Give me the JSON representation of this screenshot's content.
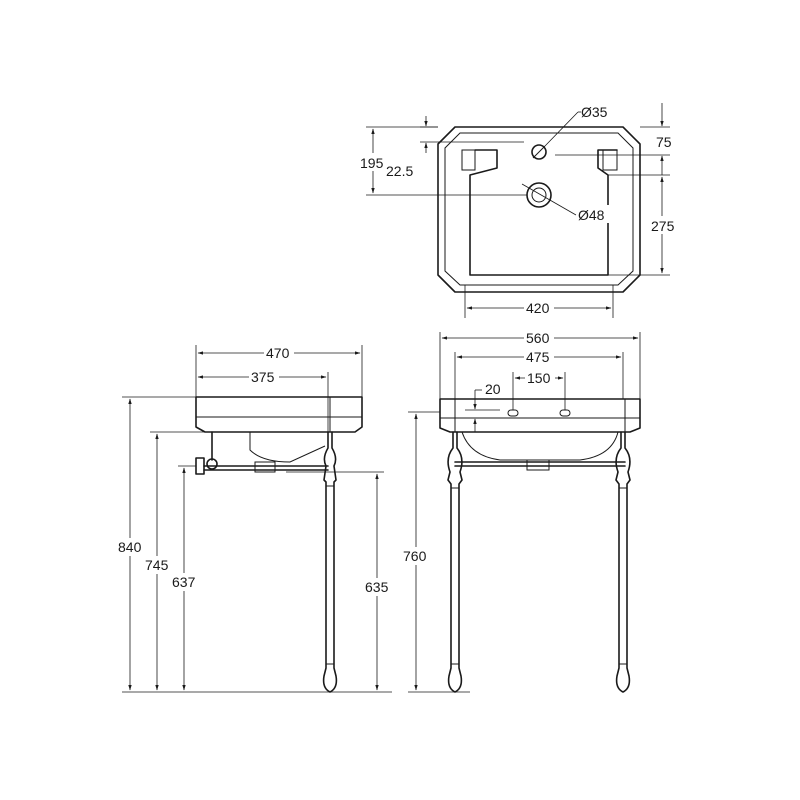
{
  "colors": {
    "line": "#1a1a1a",
    "background": "#ffffff"
  },
  "top_view": {
    "tap_hole_diameter": "Ø35",
    "waste_diameter": "Ø48",
    "overflow_offset": "75",
    "depth_195": "195",
    "offset_22_5": "22.5",
    "bowl_depth": "275",
    "bowl_width": "420"
  },
  "side_view": {
    "overall_depth": "470",
    "leg_depth": "375",
    "total_height": "840",
    "height_745": "745",
    "height_637": "637",
    "height_635": "635"
  },
  "front_view": {
    "overall_width": "560",
    "leg_span": "475",
    "tap_centres": "150",
    "rim_20": "20",
    "height_760": "760"
  }
}
